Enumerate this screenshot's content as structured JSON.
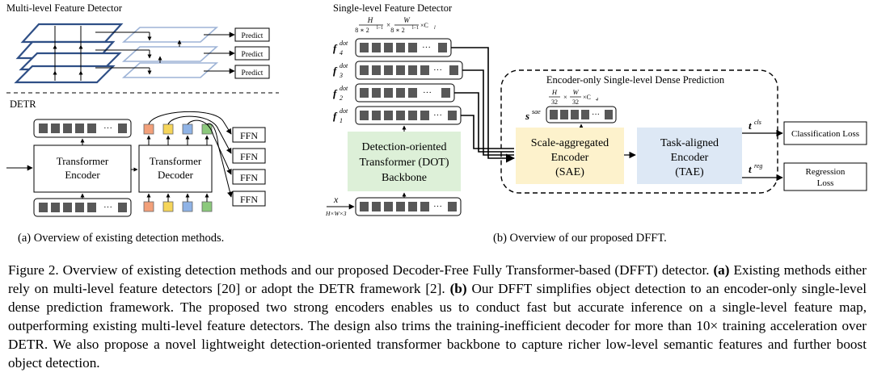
{
  "left": {
    "multi_title": "Multi-level Feature Detector",
    "predict": [
      "Predict",
      "Predict",
      "Predict"
    ],
    "detr_title": "DETR",
    "encoder": [
      "Transformer",
      "Encoder"
    ],
    "decoder": [
      "Transformer",
      "Decoder"
    ],
    "ffn": [
      "FFN",
      "FFN",
      "FFN",
      "FFN"
    ],
    "dots": "···",
    "subcaption": "(a) Overview of existing detection methods."
  },
  "right": {
    "single_title": "Single-level Feature Detector",
    "top_shape": {
      "h": "H",
      "h_den": "8 ∗ 2",
      "l_exp": "l−1",
      "times": "×",
      "w": "W",
      "w_den": "8 ∗ 2",
      "c": "×C",
      "c_sub": "l"
    },
    "features": [
      {
        "base": "f",
        "sup": "dot",
        "sub": "4"
      },
      {
        "base": "f",
        "sup": "dot",
        "sub": "3"
      },
      {
        "base": "f",
        "sup": "dot",
        "sub": "2"
      },
      {
        "base": "f",
        "sup": "dot",
        "sub": "1"
      }
    ],
    "backbone": [
      "Detection-oriented",
      "Transformer (DOT)",
      "Backbone"
    ],
    "input_x": "x",
    "input_shape": "H×W×3",
    "enc_only_title": "Encoder-only Single-level Dense Prediction",
    "sae_shape": {
      "h": "H",
      "den": "32",
      "times": "×",
      "w": "W",
      "c": "×C",
      "c_sub": "4"
    },
    "s_sae": {
      "base": "s",
      "sup": "sae"
    },
    "sae": [
      "Scale-aggregated",
      "Encoder",
      "(SAE)"
    ],
    "tae": [
      "Task-aligned",
      "Encoder",
      "(TAE)"
    ],
    "t_cls": {
      "base": "t",
      "sup": "cls"
    },
    "t_reg": {
      "base": "t",
      "sup": "reg"
    },
    "cls_loss": "Classification Loss",
    "reg_loss": [
      "Regression",
      "Loss"
    ],
    "dots": "···",
    "subcaption": "(b) Overview of our proposed DFFT."
  },
  "colors": {
    "plane_dark": "#2f4f86",
    "plane_light": "#9db3d6",
    "cell": "#585858",
    "query_orange": "#f2a07a",
    "query_yellow": "#f5d55a",
    "query_blue": "#8fb3e6",
    "query_green": "#8cc97c",
    "backbone_fill": "#ddf0d8",
    "sae_fill": "#fdf2cc",
    "tae_fill": "#dde8f5"
  },
  "caption": {
    "p1": "Figure 2. Overview of existing detection methods and our proposed Decoder-Free Fully Transformer-based (DFFT) detector. ",
    "a_label": "(a)",
    "p2": " Existing methods either rely on multi-level feature detectors [20] or adopt the DETR framework [2]. ",
    "b_label": "(b)",
    "p3": " Our DFFT simplifies object detection to an encoder-only single-level dense prediction framework. The proposed two strong encoders enables us to conduct fast but accurate inference on a single-level feature map, outperforming existing multi-level feature detectors. The design also trims the training-inefficient decoder for more than 10× training acceleration over DETR. We also propose a novel lightweight detection-oriented transformer backbone to capture richer low-level semantic features and further boost object detection."
  }
}
